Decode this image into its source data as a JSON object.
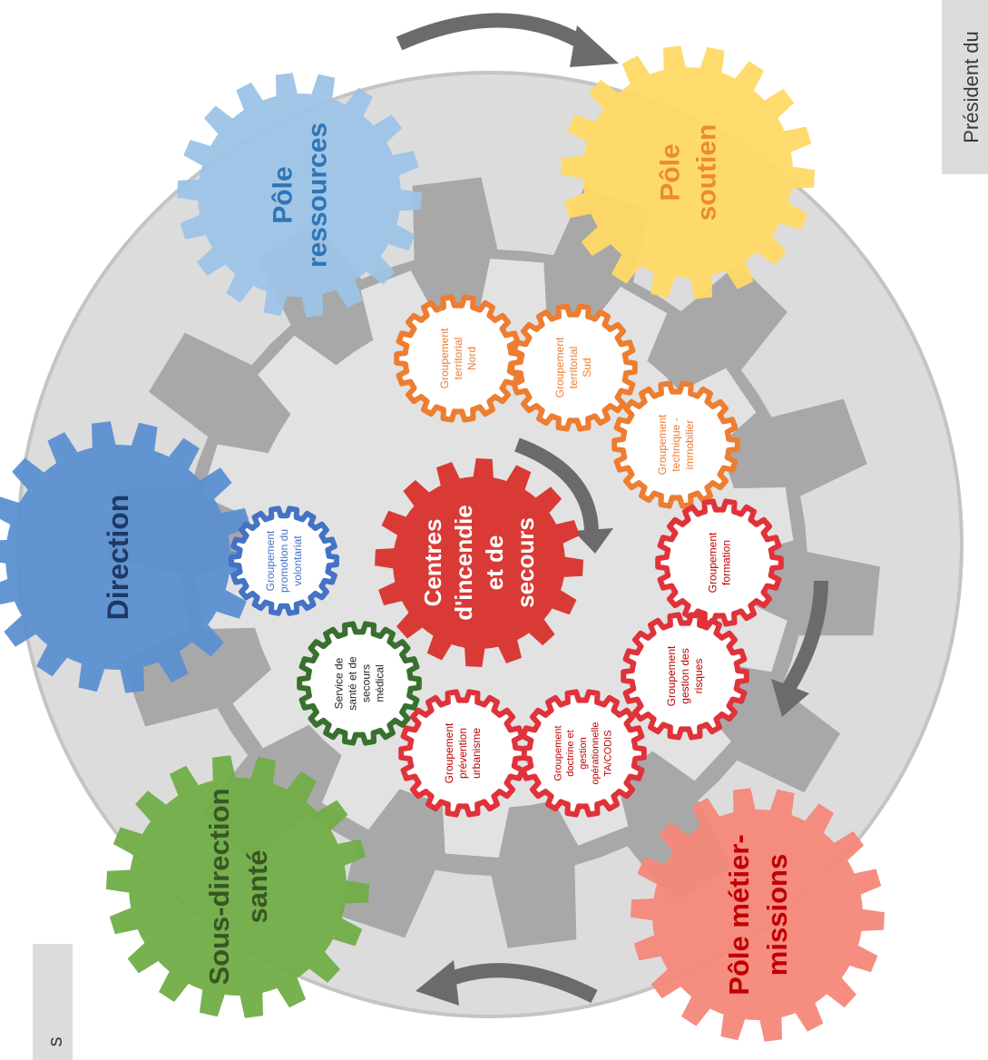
{
  "labels": {
    "president": "Président du",
    "bottom_left": "s"
  },
  "gears": {
    "ressources": {
      "lines": [
        "Pôle",
        "ressources"
      ],
      "fill": "#9dc3e6",
      "text": "#2e75b6"
    },
    "soutien": {
      "lines": [
        "Pôle",
        "soutien"
      ],
      "fill": "#ffd966",
      "text": "#ed8b2a"
    },
    "direction": {
      "lines": [
        "Direction"
      ],
      "fill": "#5b8fd1",
      "text": "#1f3864"
    },
    "sante": {
      "lines": [
        "Sous-direction",
        "santé"
      ],
      "fill": "#70ad47",
      "text": "#385723"
    },
    "metier": {
      "lines": [
        "Pôle métier-",
        "missions"
      ],
      "fill": "#f4877a",
      "text": "#c00000"
    },
    "centres": {
      "lines": [
        "Centres",
        "d'incendie",
        "et de",
        "secours"
      ],
      "fill": "#d9302c",
      "text": "#ffffff"
    }
  },
  "groups": {
    "nord": {
      "lines": [
        "Groupement",
        "territorial",
        "Nord"
      ],
      "stroke": "#ed7d31",
      "text": "#ed7d31"
    },
    "sud": {
      "lines": [
        "Groupement",
        "territorial",
        "Sud"
      ],
      "stroke": "#ed7d31",
      "text": "#ed7d31"
    },
    "technique": {
      "lines": [
        "Groupement",
        "technique -",
        "immobilier"
      ],
      "stroke": "#ed7d31",
      "text": "#ed7d31"
    },
    "formation": {
      "lines": [
        "Groupement",
        "formation"
      ],
      "stroke": "#e0323a",
      "text": "#c00000"
    },
    "risques": {
      "lines": [
        "Groupement",
        "gestion des",
        "risques"
      ],
      "stroke": "#e0323a",
      "text": "#c00000"
    },
    "doctrine": {
      "lines": [
        "Groupement",
        "doctrine et",
        "gestion",
        "opérationnelle",
        "TA/CODIS"
      ],
      "stroke": "#e0323a",
      "text": "#c00000"
    },
    "prevention": {
      "lines": [
        "Groupement",
        "prévention",
        "urbanisme"
      ],
      "stroke": "#e0323a",
      "text": "#c00000"
    },
    "ssm": {
      "lines": [
        "Service de",
        "santé et de",
        "secours",
        "médical"
      ],
      "stroke": "#38702d",
      "text": "#222222"
    },
    "volontariat": {
      "lines": [
        "Groupement",
        "promotion du",
        "volontariat"
      ],
      "stroke": "#4472c4",
      "text": "#4472c4"
    }
  },
  "colors": {
    "outer_ring": "#dcdcdc",
    "outer_ring_border": "#c4c4c4",
    "big_gear": "#a8a8a8",
    "inner_disc": "#e2e2e2",
    "arrow": "#6b6b6b",
    "label_box": "#dcdcdc"
  }
}
